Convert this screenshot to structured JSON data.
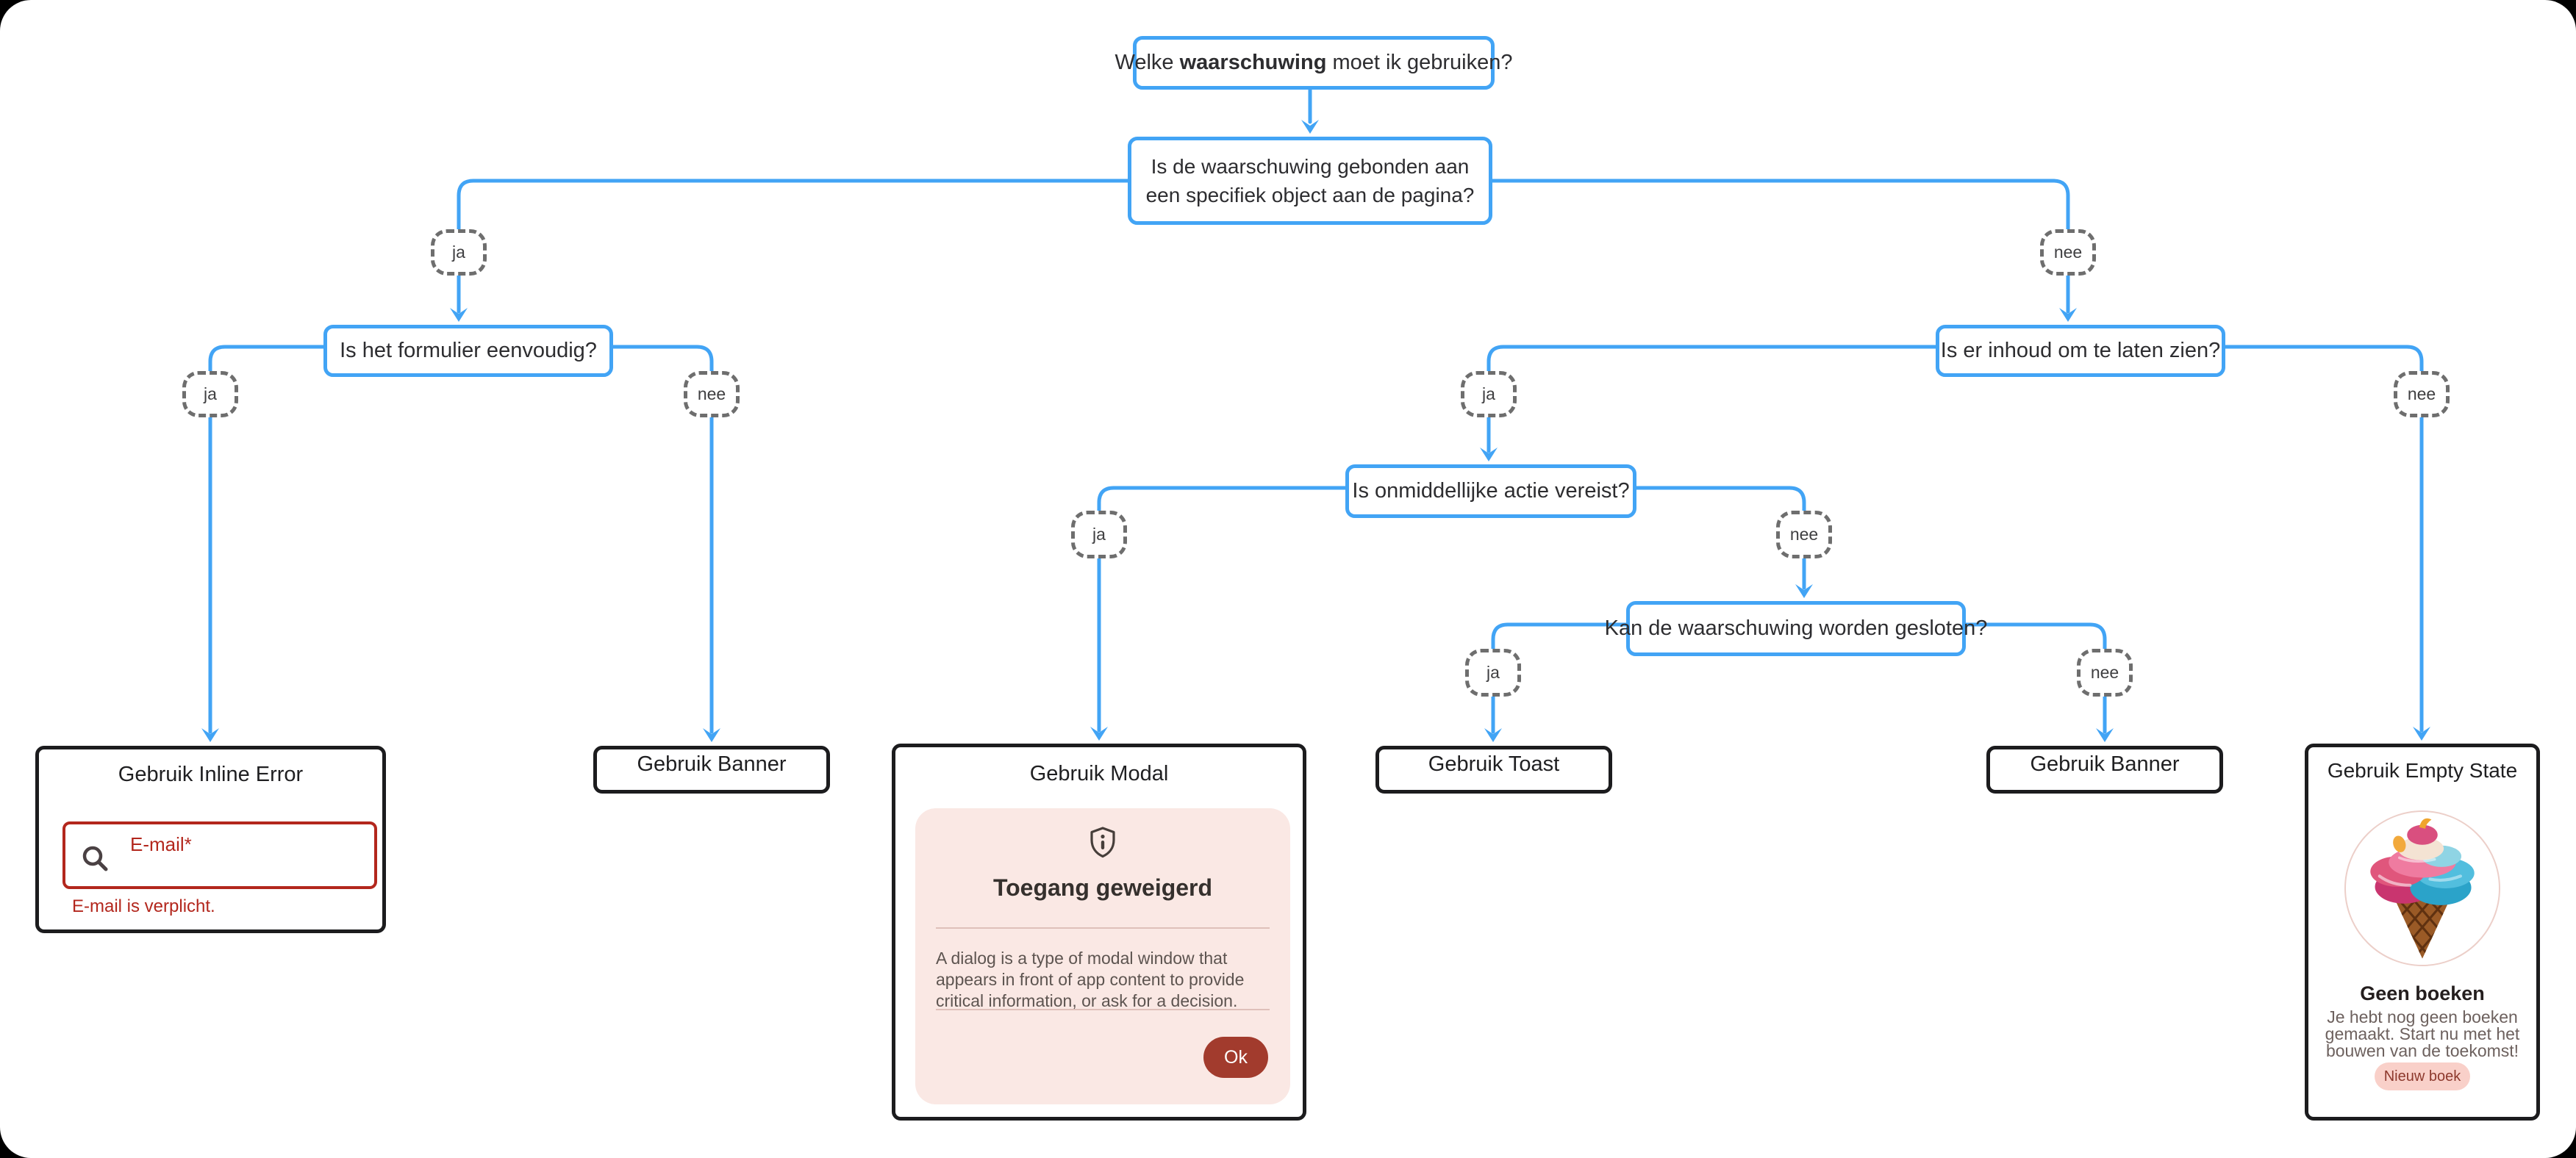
{
  "diagram": {
    "root": {
      "prefix": "Welke ",
      "bold": "waarschuwing",
      "suffix": " moet ik gebruiken?"
    },
    "questions": {
      "bound_to_object": "Is de waarschuwing gebonden aan een specifiek object aan de pagina?",
      "form_simple": "Is het formulier eenvoudig?",
      "content_to_show": "Is er inhoud om te laten zien?",
      "immediate_action": "Is onmiddellijke actie vereist?",
      "can_dismiss": "Kan de waarschuwing worden gesloten?"
    },
    "labels": {
      "yes": "ja",
      "no": "nee"
    },
    "outcomes": {
      "inline_error": {
        "title": "Gebruik Inline Error",
        "example": {
          "field_label": "E-mail*",
          "helper_text": "E-mail is verplicht.",
          "leading_icon": "search-icon"
        }
      },
      "banner_left": {
        "title": "Gebruik Banner"
      },
      "modal": {
        "title": "Gebruik Modal",
        "example": {
          "icon": "shield-info-icon",
          "heading": "Toegang geweigerd",
          "body": "A dialog is a type of modal window that appears in front of app content to provide critical information, or ask for a decision.",
          "ok_label": "Ok"
        }
      },
      "toast": {
        "title": "Gebruik Toast"
      },
      "banner_right": {
        "title": "Gebruik Banner"
      },
      "empty_state": {
        "title": "Gebruik Empty State",
        "example": {
          "image": "ice-cream-illustration",
          "heading": "Geen boeken",
          "body": "Je hebt nog geen boeken gemaakt. Start nu met het bouwen van de toekomst!",
          "button_label": "Nieuw boek"
        }
      }
    },
    "colors": {
      "accent_blue": "#42A4F5",
      "dashed_node_gray": "#6E6E6E",
      "leaf_border_black": "#1C1C1E",
      "error_red": "#B3271D",
      "modal_card_bg": "#FAE8E4",
      "ok_button_bg": "#A23B2D",
      "empty_button_bg": "#F9D0C9",
      "empty_button_text": "#8D392D"
    }
  }
}
